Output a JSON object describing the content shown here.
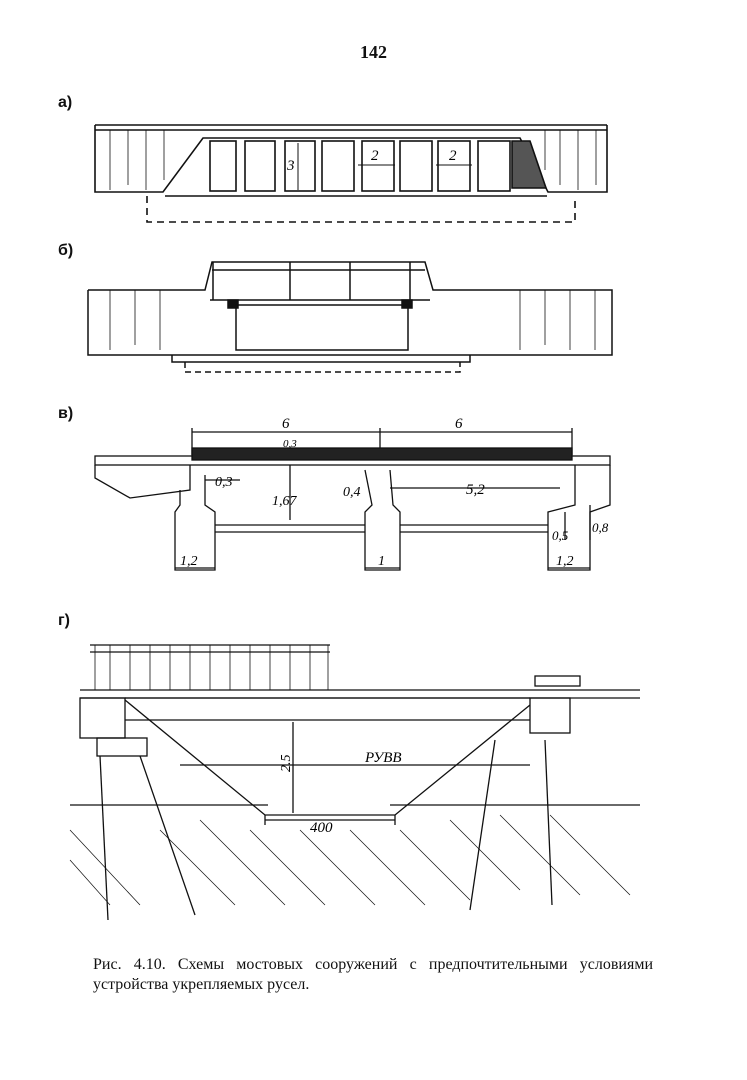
{
  "page_number": "142",
  "panels": {
    "a": {
      "label": "а)",
      "dims": {
        "height": "3",
        "gap1": "2",
        "gap2": "2"
      }
    },
    "b": {
      "label": "б)"
    },
    "v": {
      "label": "в)",
      "dims": {
        "span_left": "6",
        "span_right": "6",
        "deck_thickness": "0,3",
        "offset_left": "0,3",
        "height": "1,67",
        "pier_width_top": "0,4",
        "clear_span": "5,2",
        "right_a": "0,5",
        "right_b": "0,8",
        "footing_left": "1,2",
        "footing_mid": "1",
        "footing_right": "1,2"
      }
    },
    "g": {
      "label": "г)",
      "dims": {
        "depth": "2.5",
        "water_level": "РУВВ",
        "bottom_width": "400"
      }
    }
  },
  "caption": {
    "number": "Рис. 4.10.",
    "text": "Схемы мостовых сооружений с предпочтительными условиями устройства укрепляемых русел."
  }
}
